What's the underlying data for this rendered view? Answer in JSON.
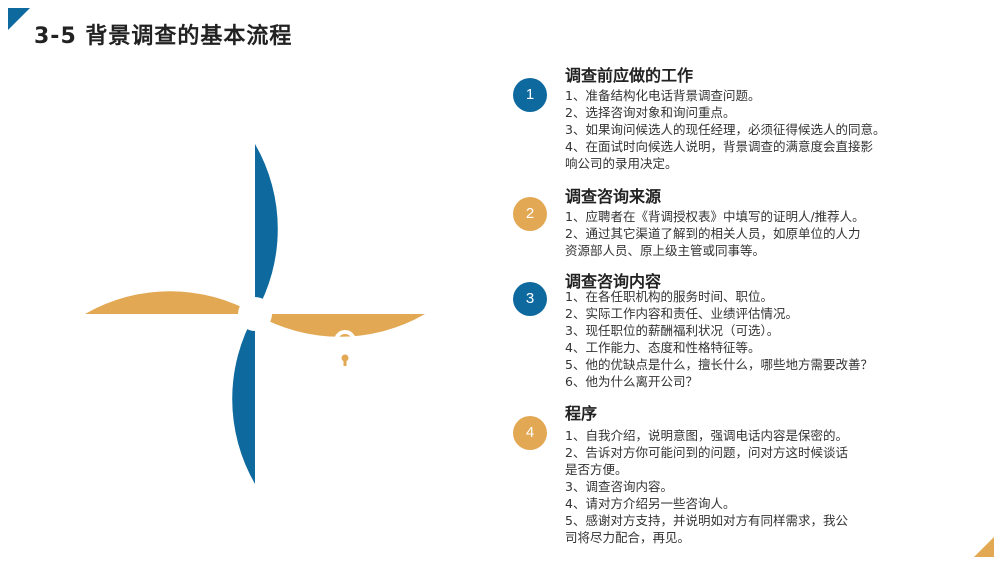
{
  "title": "3-5  背景调查的基本流程",
  "colors": {
    "blue": "#0e6a9e",
    "gold": "#e3a853"
  },
  "pinwheel": {
    "icons": [
      "bell-icon",
      "sailboat-icon",
      "lock-icon",
      "wrench-icon"
    ]
  },
  "sections": [
    {
      "number": "1",
      "badge_color": "blue",
      "title": "调查前应做的工作",
      "lines": [
        "1、准备结构化电话背景调查问题。",
        "2、选择咨询对象和询问重点。",
        "3、如果询问候选人的现任经理，必须征得候选人的同意。",
        "4、在面试时向候选人说明，背景调查的满意度会直接影",
        "响公司的录用决定。"
      ]
    },
    {
      "number": "2",
      "badge_color": "gold",
      "title": "调查咨询来源",
      "lines": [
        "1、应聘者在《背调授权表》中填写的证明人/推荐人。",
        "2、通过其它渠道了解到的相关人员，如原单位的人力",
        "资源部人员、原上级主管或同事等。"
      ]
    },
    {
      "number": "3",
      "badge_color": "blue",
      "title": "调查咨询内容",
      "lines": [
        "1、在各任职机构的服务时间、职位。",
        "2、实际工作内容和责任、业绩评估情况。",
        "3、现任职位的薪酬福利状况（可选）。",
        "4、工作能力、态度和性格特征等。",
        "5、他的优缺点是什么，擅长什么，哪些地方需要改善？",
        "6、他为什么离开公司？"
      ]
    },
    {
      "number": "4",
      "badge_color": "gold",
      "title": "程序",
      "lines": [
        "1、自我介绍，说明意图，强调电话内容是保密的。",
        "2、告诉对方你可能问到的问题，问对方这时候谈话",
        "是否方便。",
        "3、调查咨询内容。",
        "4、请对方介绍另一些咨询人。",
        "5、感谢对方支持，并说明如对方有同样需求，我公",
        "司将尽力配合，再见。"
      ]
    }
  ]
}
